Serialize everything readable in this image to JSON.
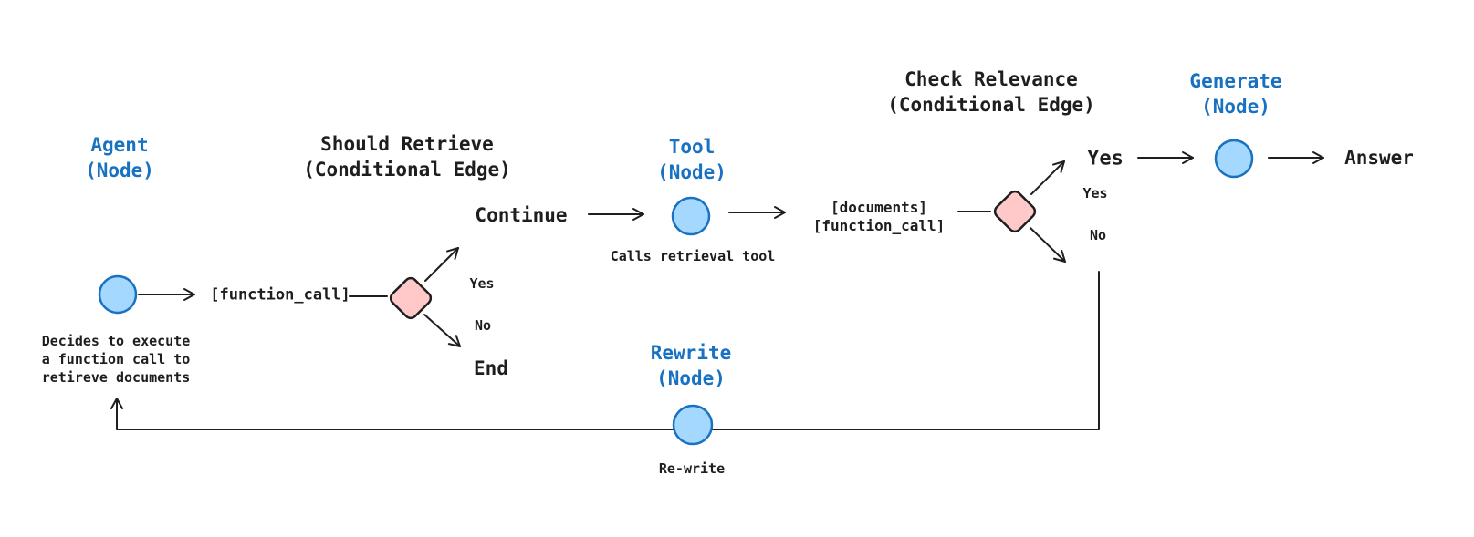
{
  "colors": {
    "ink": "#1e1e1e",
    "accent_blue": "#1971c2",
    "node_fill": "#a5d8ff",
    "node_stroke": "#1971c2",
    "decision_fill": "#ffc9c9",
    "background": "#ffffff"
  },
  "nodes": {
    "agent": {
      "title": "Agent\n(Node)",
      "note": "Decides to execute\na function call to\nretireve documents"
    },
    "tool": {
      "title": "Tool\n(Node)",
      "note": "Calls retrieval tool"
    },
    "generate": {
      "title": "Generate\n(Node)"
    },
    "rewrite": {
      "title": "Rewrite\n(Node)",
      "note": "Re-write"
    }
  },
  "edges": {
    "should_retrieve": {
      "title": "Should Retrieve\n(Conditional Edge)",
      "input_label": "[function_call]",
      "yes_label": "Yes",
      "no_label": "No",
      "yes_result": "Continue",
      "no_result": "End"
    },
    "check_relevance": {
      "title": "Check Relevance\n(Conditional Edge)",
      "input_label": "[documents]\n[function_call]",
      "yes_result": "Yes",
      "yes_label": "Yes",
      "no_label": "No"
    }
  },
  "outputs": {
    "answer": "Answer"
  }
}
